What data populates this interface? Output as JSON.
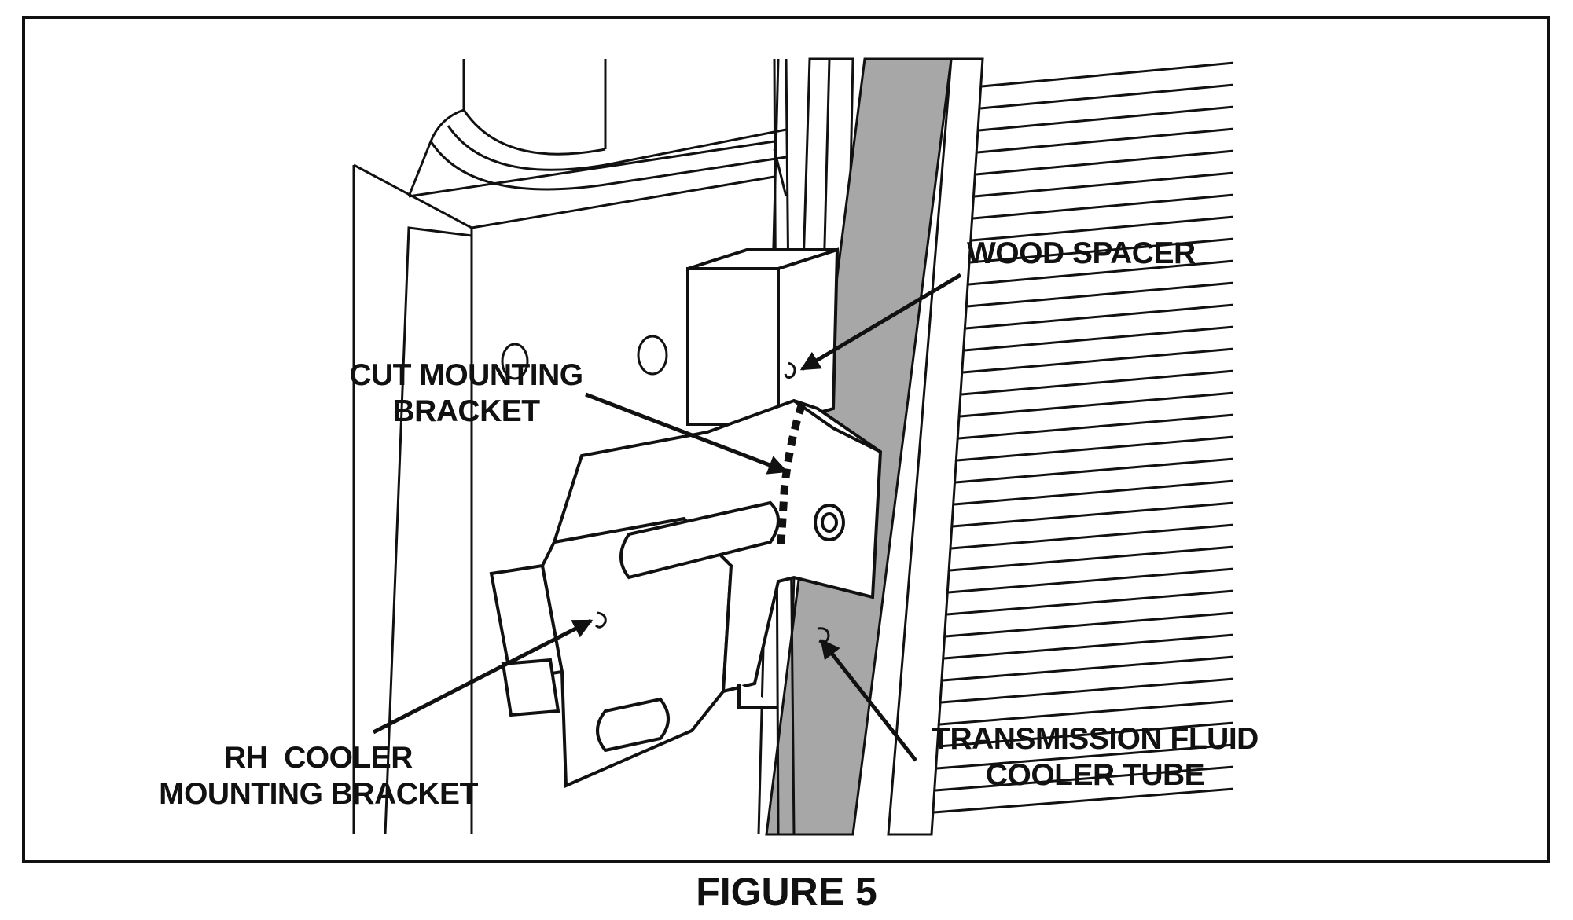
{
  "labels": {
    "wood_spacer": "WOOD SPACER",
    "cut_bracket_line1": "CUT MOUNTING",
    "cut_bracket_line2": "BRACKET",
    "rh_bracket_line1": "RH  COOLER",
    "rh_bracket_line2": "MOUNTING BRACKET",
    "trans_tube_line1": "TRANSMISSION FLUID",
    "trans_tube_line2": "COOLER TUBE"
  },
  "caption": "FIGURE 5",
  "colors": {
    "line": "#111111",
    "tube_fill": "#a7a7a7",
    "background": "#ffffff"
  }
}
